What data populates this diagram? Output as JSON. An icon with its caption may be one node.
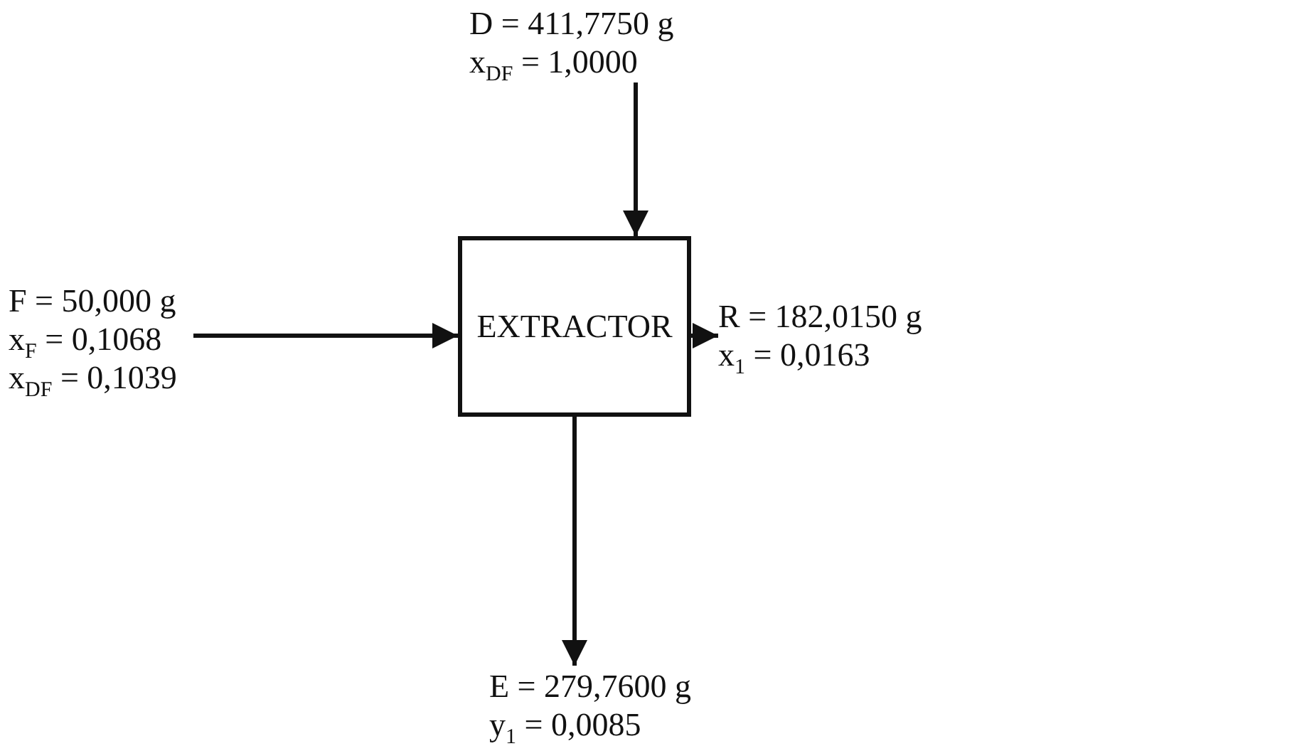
{
  "diagram": {
    "nodes": [
      {
        "text": [
          "EXTRACTOR"
        ]
      },
      {
        "text": [
          "D = 411,7750 g",
          "x$_{DF}$ = 1,0000"
        ]
      },
      {
        "text": [
          "F = 50,000 g",
          "x$_{F}$ = 0,1068",
          "x$_{DF}$ = 0,1039"
        ]
      },
      {
        "text": [
          "R = 182,0150 g",
          "x$_{1}$ = 0,0163"
        ]
      },
      {
        "text": [
          "E = 279,7600 g",
          "y$_{1}$ = 0,0085"
        ]
      }
    ],
    "edges": [
      {
        "from": 1,
        "to": 0,
        "arrow": "to"
      },
      {
        "from": 2,
        "to": 0,
        "arrow": "to"
      },
      {
        "from": 0,
        "to": 3,
        "arrow": "to"
      },
      {
        "from": 0,
        "to": 4,
        "arrow": "to"
      }
    ]
  }
}
